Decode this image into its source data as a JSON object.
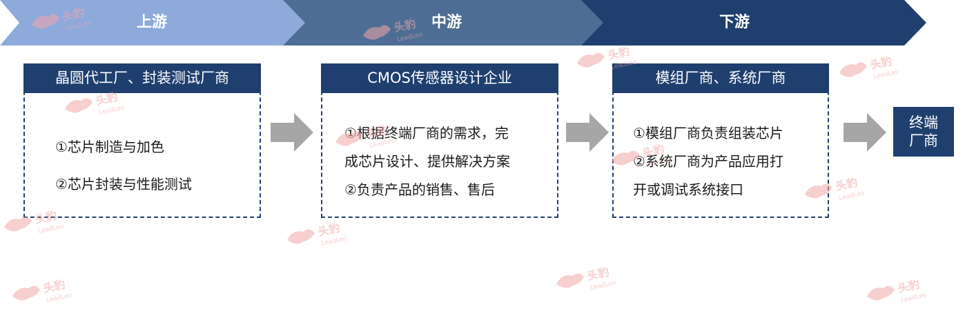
{
  "stages": [
    {
      "label": "上游",
      "color": "#8eaadb"
    },
    {
      "label": "中游",
      "color": "#4e6d95"
    },
    {
      "label": "下游",
      "color": "#1f3f6e"
    }
  ],
  "panels": [
    {
      "title": "晶圆代工厂、封装测试厂商",
      "lines": [
        "①芯片制造与加色",
        "②芯片封装与性能测试"
      ]
    },
    {
      "title": "CMOS传感器设计企业",
      "lines": [
        "①根据终端厂商的需求，完",
        "成芯片设计、提供解决方案",
        "②负责产品的销售、售后"
      ]
    },
    {
      "title": "模组厂商、系统厂商",
      "lines": [
        "①模组厂商负责组装芯片",
        "②系统厂商为产品应用打",
        "开或调试系统接口"
      ]
    }
  ],
  "end_box": {
    "line1": "终端",
    "line2": "厂商"
  },
  "watermark": {
    "cn": "头豹",
    "en": "LeadLeo",
    "color": "#f2a8a8"
  },
  "colors": {
    "dark": "#1f3f6e",
    "mid": "#4e6d95",
    "light": "#8eaadb",
    "arrow": "#a6a6a6"
  }
}
